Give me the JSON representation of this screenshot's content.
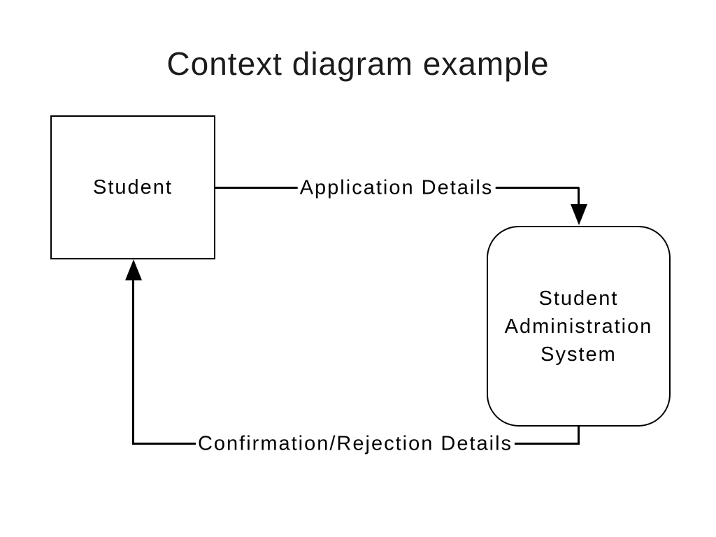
{
  "title": "Context diagram example",
  "diagram": {
    "entities": [
      {
        "id": "student",
        "shape": "rectangle",
        "label": "Student"
      },
      {
        "id": "system",
        "shape": "rounded-rectangle",
        "label": "Student Administration System"
      }
    ],
    "flows": [
      {
        "from": "student",
        "to": "system",
        "label": "Application Details",
        "arrowhead": "solid-triangle-down"
      },
      {
        "from": "system",
        "to": "student",
        "label": "Confirmation/Rejection Details",
        "arrowhead": "solid-triangle-up"
      }
    ],
    "colors": {
      "background": "#ffffff",
      "line": "#000000",
      "diagram_text": "#000000",
      "title_text": "#1b1b1b"
    }
  }
}
